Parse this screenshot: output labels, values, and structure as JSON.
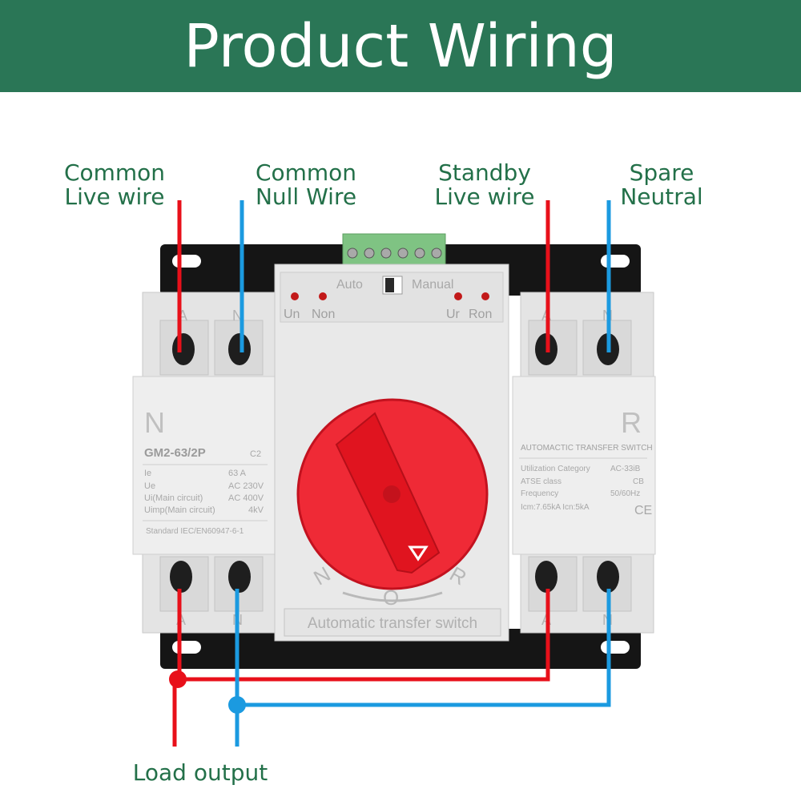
{
  "header": {
    "title": "Product Wiring"
  },
  "labels": {
    "common_live": [
      "Common",
      "Live wire"
    ],
    "common_null": [
      "Common",
      "Null Wire"
    ],
    "standby_live": [
      "Standby",
      "Live wire"
    ],
    "spare_neutral": [
      "Spare",
      "Neutral"
    ],
    "load_output": "Load output"
  },
  "device": {
    "mode_auto": "Auto",
    "mode_manual": "Manual",
    "led_left": [
      "Un",
      "Non"
    ],
    "led_right": [
      "Ur",
      "Ron"
    ],
    "terminal_top": [
      "A",
      "N",
      "A",
      "N"
    ],
    "terminal_bottom": [
      "A",
      "N",
      "A",
      "N"
    ],
    "left_letter": "N",
    "right_letter": "R",
    "dial_n": "N",
    "dial_o": "O",
    "dial_r": "R",
    "bottom_label": "Automatic transfer switch",
    "left_panel": {
      "model": "GM2-63/2P",
      "class": "C2",
      "rows": [
        [
          "Ie",
          "63 A"
        ],
        [
          "Ue",
          "AC 230V"
        ],
        [
          "Ui(Main circuit)",
          "AC 400V"
        ],
        [
          "Uimp(Main circuit)",
          "4kV"
        ]
      ],
      "standard": "Standard IEC/EN60947-6-1"
    },
    "right_panel": {
      "title": "AUTOMACTIC TRANSFER SWITCH",
      "rows": [
        [
          "Utilization Category",
          "AC-33iB"
        ],
        [
          "ATSE class",
          "CB"
        ],
        [
          "Frequency",
          "50/60Hz"
        ]
      ],
      "icm": "Icm:7.65kA  Icn:5kA",
      "ce": "CE"
    }
  },
  "colors": {
    "header": "#2a7656",
    "label": "#237049",
    "live_wire": "#e8101a",
    "neutral_wire": "#1b9ae0",
    "knob": "#ef2a36",
    "body": "#e6e6e6"
  }
}
